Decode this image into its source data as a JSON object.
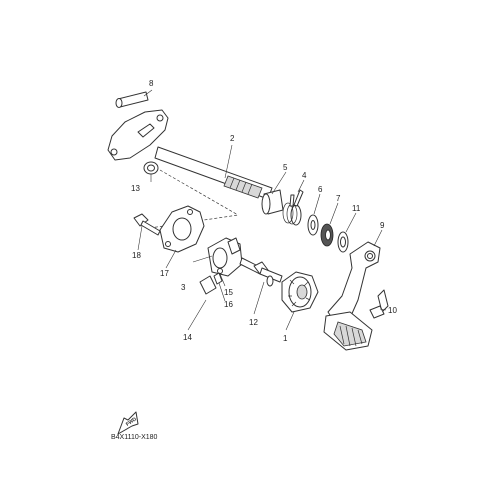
{
  "diagram": {
    "code": "B4X1110-X180",
    "direction_label": "FWD",
    "callouts": [
      {
        "id": "c1",
        "label": "1"
      },
      {
        "id": "c2",
        "label": "2"
      },
      {
        "id": "c3",
        "label": "3"
      },
      {
        "id": "c4",
        "label": "4"
      },
      {
        "id": "c5",
        "label": "5"
      },
      {
        "id": "c6",
        "label": "6"
      },
      {
        "id": "c7",
        "label": "7"
      },
      {
        "id": "c8",
        "label": "8"
      },
      {
        "id": "c9",
        "label": "9"
      },
      {
        "id": "c10",
        "label": "10"
      },
      {
        "id": "c11",
        "label": "11"
      },
      {
        "id": "c12",
        "label": "12"
      },
      {
        "id": "c13",
        "label": "13"
      },
      {
        "id": "c14",
        "label": "14"
      },
      {
        "id": "c15",
        "label": "15"
      },
      {
        "id": "c16",
        "label": "16"
      },
      {
        "id": "c17",
        "label": "17"
      },
      {
        "id": "c18",
        "label": "18"
      }
    ]
  }
}
